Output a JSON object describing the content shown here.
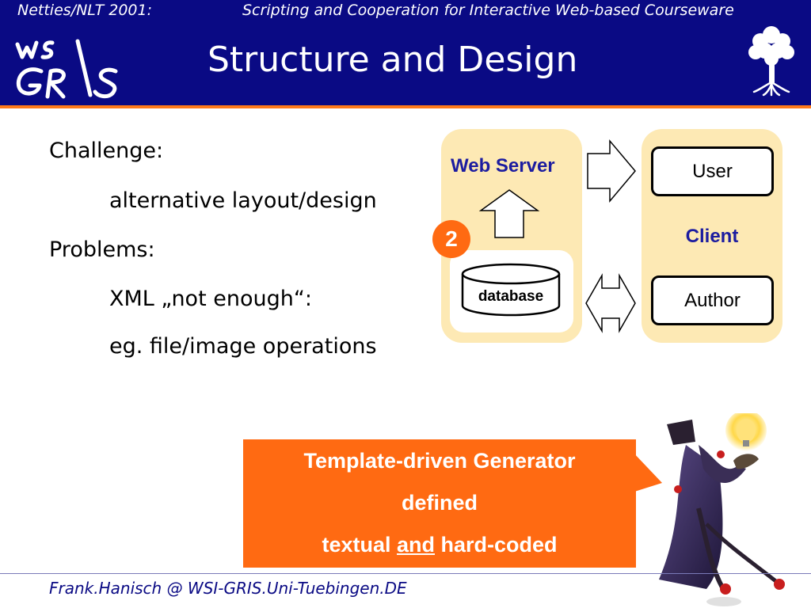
{
  "header": {
    "left": "Netties/NLT 2001:",
    "right": "Scripting and Cooperation for Interactive Web-based Courseware",
    "title": "Structure and Design"
  },
  "bullets": {
    "challenge": "Challenge:",
    "challenge_item": "alternative layout/design",
    "problems": "Problems:",
    "problem_item_1": "XML „not enough“:",
    "problem_item_2": "eg. file/image operations"
  },
  "diagram": {
    "web_server": "Web Server",
    "database": "database",
    "badge": "2",
    "user": "User",
    "client": "Client",
    "author": "Author"
  },
  "callout": {
    "line1": "Template-driven Generator",
    "line2": "defined",
    "line3_pre": "textual ",
    "line3_u": "and",
    "line3_post": " hard-coded"
  },
  "footer": {
    "text": "Frank.Hanisch @ WSI-GRIS.Uni-Tuebingen.DE"
  },
  "colors": {
    "header_bg": "#0a0a84",
    "accent_orange": "#ff6a12",
    "panel_bg": "#fde9b4",
    "label_blue": "#1c1ca0"
  }
}
